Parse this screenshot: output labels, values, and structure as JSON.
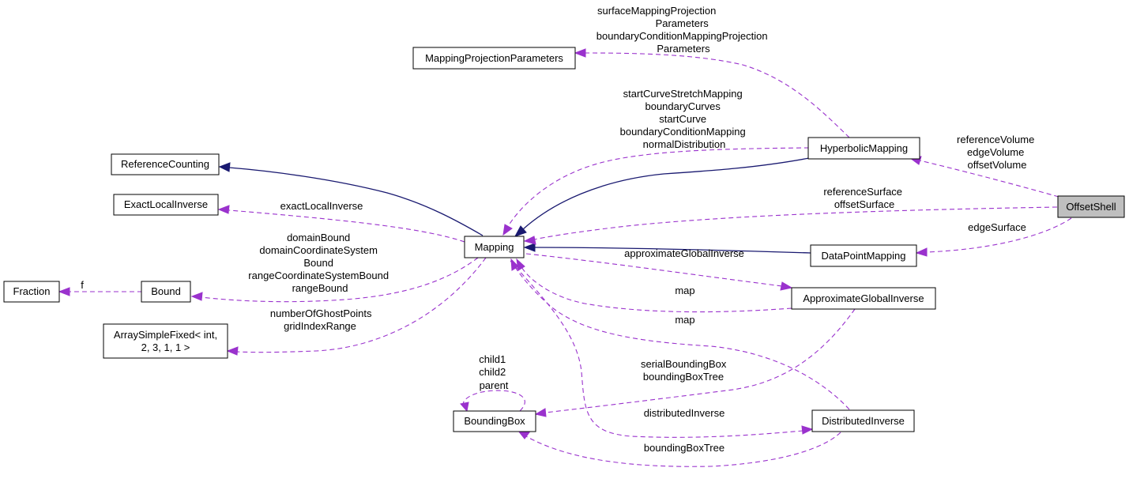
{
  "colors": {
    "inheritance": "#191970",
    "usage": "#9a32cd",
    "selected_fill": "#bfbfbf"
  },
  "nodes": {
    "mapping_projection_parameters": "MappingProjectionParameters",
    "reference_counting": "ReferenceCounting",
    "exact_local_inverse": "ExactLocalInverse",
    "fraction": "Fraction",
    "bound": "Bound",
    "array_simple_fixed_1": "ArraySimpleFixed< int,",
    "array_simple_fixed_2": "2, 3, 1, 1 >",
    "mapping": "Mapping",
    "hyperbolic_mapping": "HyperbolicMapping",
    "offset_shell": "OffsetShell",
    "data_point_mapping": "DataPointMapping",
    "approximate_global_inverse": "ApproximateGlobalInverse",
    "bounding_box": "BoundingBox",
    "distributed_inverse": "DistributedInverse"
  },
  "labels": {
    "hyp_to_mpp": [
      "surfaceMappingProjection",
      "Parameters",
      "boundaryConditionMappingProjection",
      "Parameters"
    ],
    "hyp_to_mapping": [
      "startCurveStretchMapping",
      "boundaryCurves",
      "startCurve",
      "boundaryConditionMapping",
      "normalDistribution"
    ],
    "offset_to_hyp": [
      "referenceVolume",
      "edgeVolume",
      "offsetVolume"
    ],
    "offset_to_mapping": [
      "referenceSurface",
      "offsetSurface"
    ],
    "offset_to_dpm": [
      "edgeSurface"
    ],
    "exact_local_inverse": "exactLocalInverse",
    "bound_to_fraction": "f",
    "mapping_to_bound": [
      "domainBound",
      "domainCoordinateSystem",
      "Bound",
      "rangeCoordinateSystemBound",
      "rangeBound"
    ],
    "mapping_to_array": [
      "numberOfGhostPoints",
      "gridIndexRange"
    ],
    "approximate_global_inverse": "approximateGlobalInverse",
    "agi_map": "map",
    "di_map": "map",
    "bounding_box_self": [
      "child1",
      "child2",
      "parent"
    ],
    "agi_to_bbox": [
      "serialBoundingBox",
      "boundingBoxTree"
    ],
    "distributed_inverse": "distributedInverse",
    "di_to_bbox": "boundingBoxTree"
  }
}
